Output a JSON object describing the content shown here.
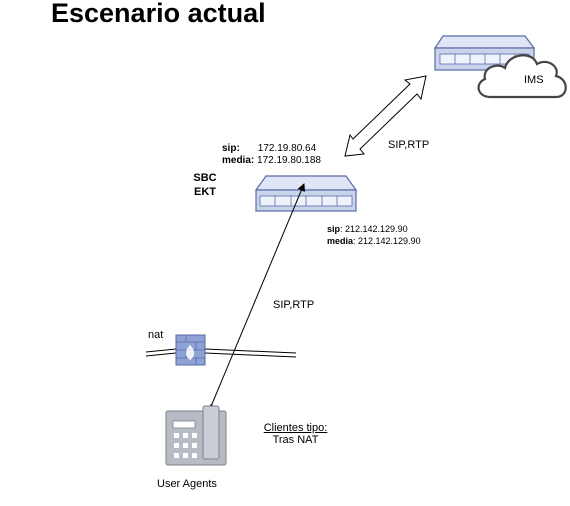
{
  "title": "Escenario actual",
  "ims": {
    "label": "IMS"
  },
  "link_top": {
    "label": "SIP,RTP"
  },
  "sbc": {
    "name_line1": "SBC",
    "name_line2": "EKT",
    "inner": {
      "sip_key": "sip:",
      "sip_value": "172.19.80.64",
      "media_key": "media:",
      "media_value": "172.19.80.188"
    },
    "outer": {
      "sip_key": "sip",
      "sip_value": ": 212.142.129.90",
      "media_key": "media",
      "media_value": ":  212.142.129.90"
    }
  },
  "link_bottom": {
    "label": "SIP,RTP"
  },
  "nat": {
    "label": "nat"
  },
  "clients": {
    "line1": "Clientes  tipo:",
    "line2": "Tras NAT"
  },
  "user_agents": {
    "label": "User Agents"
  },
  "colors": {
    "device_fill": "#c9d3ea",
    "device_stroke": "#5a6aa8",
    "phone_fill": "#b7bcc4",
    "firewall_fill": "#8fa2d6"
  }
}
